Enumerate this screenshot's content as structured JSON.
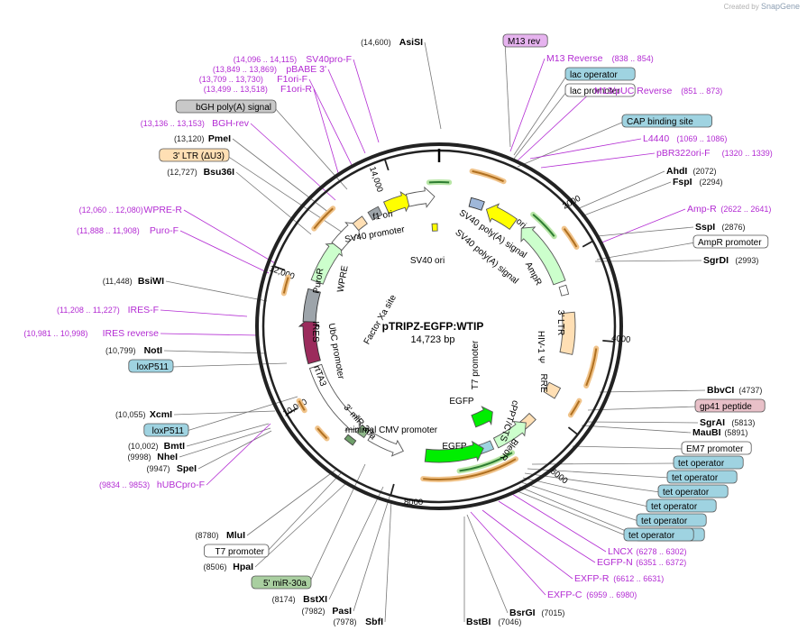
{
  "credit": {
    "prefix": "Created by",
    "brand": "SnapGene"
  },
  "plasmid": {
    "name": "pTRIPZ-EGFP:WTIP",
    "size": "14,723 bp"
  },
  "scale_ticks": [
    "2000",
    "4000",
    "6000",
    "8000",
    "10,000",
    "12,000",
    "14,000"
  ],
  "colors": {
    "primer": "#b32cd3",
    "site_name": "#000000",
    "site_pos": "#222222",
    "teal_box": "#9fd3e1",
    "gray_box": "#c8c8c8",
    "orange_box": "#ffdfb4",
    "purple_box": "#e6b3ef",
    "pink_box": "#e8c0c8",
    "green_box": "#a9cfa0",
    "white_box": "#ffffff"
  },
  "labels_left": [
    {
      "pos": "(14,600)",
      "name": "AsiSI",
      "kind": "site"
    },
    {
      "pos": "(14,096 .. 14,115)",
      "name": "SV40pro-F",
      "kind": "primer"
    },
    {
      "pos": "(13,849 .. 13,869)",
      "name": "pBABE 3'",
      "kind": "primer"
    },
    {
      "pos": "(13,709 .. 13,730)",
      "name": "F1ori-F",
      "kind": "primer"
    },
    {
      "pos": "(13,499 .. 13,518)",
      "name": "F1ori-R",
      "kind": "primer"
    },
    {
      "pos": "",
      "name": "bGH poly(A) signal",
      "kind": "gray_box"
    },
    {
      "pos": "(13,136 .. 13,153)",
      "name": "BGH-rev",
      "kind": "primer"
    },
    {
      "pos": "(13,120)",
      "name": "PmeI",
      "kind": "site"
    },
    {
      "pos": "",
      "name": "3' LTR (ΔU3)",
      "kind": "orange_box"
    },
    {
      "pos": "(12,727)",
      "name": "Bsu36I",
      "kind": "site"
    },
    {
      "pos": "(12,060 .. 12,080)",
      "name": "WPRE-R",
      "kind": "primer"
    },
    {
      "pos": "(11,888 .. 11,908)",
      "name": "Puro-F",
      "kind": "primer"
    },
    {
      "pos": "(11,448)",
      "name": "BsiWI",
      "kind": "site"
    },
    {
      "pos": "(11,208 .. 11,227)",
      "name": "IRES-F",
      "kind": "primer"
    },
    {
      "pos": "(10,981 .. 10,998)",
      "name": "IRES reverse",
      "kind": "primer"
    },
    {
      "pos": "(10,799)",
      "name": "NotI",
      "kind": "site"
    },
    {
      "pos": "",
      "name": "loxP511",
      "kind": "teal_box"
    },
    {
      "pos": "(10,055)",
      "name": "XcmI",
      "kind": "site"
    },
    {
      "pos": "",
      "name": "loxP511",
      "kind": "teal_box"
    },
    {
      "pos": "(10,002)",
      "name": "BmtI",
      "kind": "site"
    },
    {
      "pos": "(9998)",
      "name": "NheI",
      "kind": "site"
    },
    {
      "pos": "(9947)",
      "name": "SpeI",
      "kind": "site"
    },
    {
      "pos": "(9834 .. 9853)",
      "name": "hUBCpro-F",
      "kind": "primer"
    },
    {
      "pos": "(8780)",
      "name": "MluI",
      "kind": "site"
    },
    {
      "pos": "",
      "name": "T7 promoter",
      "kind": "white_box"
    },
    {
      "pos": "(8506)",
      "name": "HpaI",
      "kind": "site"
    },
    {
      "pos": "",
      "name": "5' miR-30a",
      "kind": "green_box"
    },
    {
      "pos": "(8174)",
      "name": "BstXI",
      "kind": "site"
    },
    {
      "pos": "(7982)",
      "name": "PasI",
      "kind": "site"
    },
    {
      "pos": "(7978)",
      "name": "SbfI",
      "kind": "site"
    }
  ],
  "labels_right": [
    {
      "name": "M13 rev",
      "pos": "",
      "kind": "purple_box"
    },
    {
      "name": "M13 Reverse",
      "pos": "(838 .. 854)",
      "kind": "primer"
    },
    {
      "name": "lac operator",
      "pos": "",
      "kind": "teal_box"
    },
    {
      "name": "lac promoter",
      "pos": "",
      "kind": "white_box"
    },
    {
      "name": "M13/pUC Reverse",
      "pos": "(851 .. 873)",
      "kind": "primer"
    },
    {
      "name": "CAP binding site",
      "pos": "",
      "kind": "teal_box"
    },
    {
      "name": "L4440",
      "pos": "(1069 .. 1086)",
      "kind": "primer"
    },
    {
      "name": "pBR322ori-F",
      "pos": "(1320 .. 1339)",
      "kind": "primer"
    },
    {
      "name": "AhdI",
      "pos": "(2072)",
      "kind": "site"
    },
    {
      "name": "FspI",
      "pos": "(2294)",
      "kind": "site"
    },
    {
      "name": "Amp-R",
      "pos": "(2622 .. 2641)",
      "kind": "primer"
    },
    {
      "name": "SspI",
      "pos": "(2876)",
      "kind": "site"
    },
    {
      "name": "AmpR promoter",
      "pos": "",
      "kind": "white_box"
    },
    {
      "name": "SgrDI",
      "pos": "(2993)",
      "kind": "site"
    },
    {
      "name": "BbvCI",
      "pos": "(4737)",
      "kind": "site"
    },
    {
      "name": "gp41 peptide",
      "pos": "",
      "kind": "pink_box"
    },
    {
      "name": "SgrAI",
      "pos": "(5813)",
      "kind": "site"
    },
    {
      "name": "MauBI",
      "pos": "(5891)",
      "kind": "site"
    },
    {
      "name": "EM7 promoter",
      "pos": "",
      "kind": "white_box"
    },
    {
      "name": "tet operator",
      "pos": "",
      "kind": "teal_box"
    },
    {
      "name": "tet operator",
      "pos": "",
      "kind": "teal_box"
    },
    {
      "name": "tet operator",
      "pos": "",
      "kind": "teal_box"
    },
    {
      "name": "tet operator",
      "pos": "",
      "kind": "teal_box"
    },
    {
      "name": "tet operator",
      "pos": "",
      "kind": "teal_box"
    },
    {
      "name": "tet operator",
      "pos": "",
      "kind": "teal_box"
    },
    {
      "name": "tet operator",
      "pos": "",
      "kind": "teal_box"
    },
    {
      "name": "LNCX",
      "pos": "(6278 .. 6302)",
      "kind": "primer"
    },
    {
      "name": "EGFP-N",
      "pos": "(6351 .. 6372)",
      "kind": "primer"
    },
    {
      "name": "EXFP-R",
      "pos": "(6612 .. 6631)",
      "kind": "primer"
    },
    {
      "name": "EXFP-C",
      "pos": "(6959 .. 6980)",
      "kind": "primer"
    },
    {
      "name": "BsrGI",
      "pos": "(7015)",
      "kind": "site"
    },
    {
      "name": "BstBI",
      "pos": "(7046)",
      "kind": "site"
    }
  ],
  "inner_labels": [
    "SV40 poly(A) signal",
    "SV40 poly(A) signal",
    "ori",
    "AmpR",
    "3' LTR",
    "HIV-1 Ψ",
    "RRE",
    "cPPT/CTS",
    "BleoR",
    "EGFP",
    "T7 promoter",
    "EGFP",
    "minimal CMV promoter",
    "3' miR-30a",
    "UbC promoter",
    "rtTA3",
    "IRES",
    "PuroR",
    "WPRE",
    "Factor Xa site",
    "SV40 ori",
    "SV40 promoter",
    "f1 ori"
  ]
}
